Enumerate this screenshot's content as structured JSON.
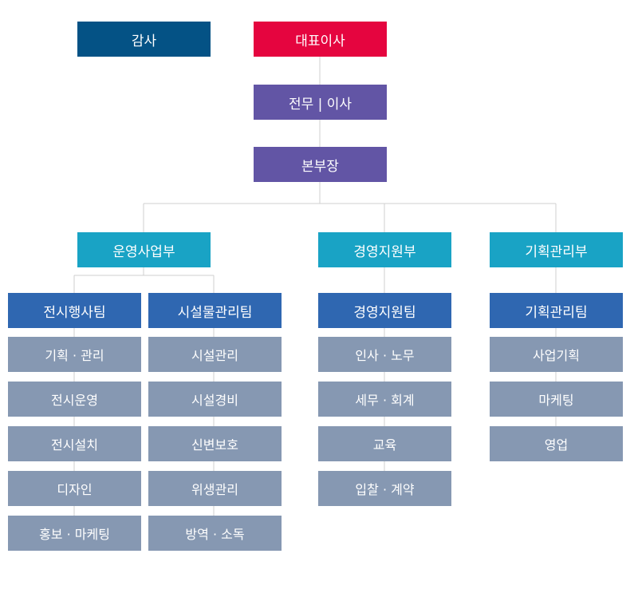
{
  "top": {
    "auditor": "감사",
    "ceo": "대표이사",
    "managing_director": "전무 | 이사",
    "general_manager": "본부장"
  },
  "divisions": [
    {
      "name": "운영사업부",
      "teams": [
        {
          "name": "전시행사팀",
          "units": [
            "기획 · 관리",
            "전시운영",
            "전시설치",
            "디자인",
            "홍보 · 마케팅"
          ]
        },
        {
          "name": "시설물관리팀",
          "units": [
            "시설관리",
            "시설경비",
            "신변보호",
            "위생관리",
            "방역 · 소독"
          ]
        }
      ]
    },
    {
      "name": "경영지원부",
      "teams": [
        {
          "name": "경영지원팀",
          "units": [
            "인사 · 노무",
            "세무 · 회계",
            "교육",
            "입찰 · 계약"
          ]
        }
      ]
    },
    {
      "name": "기획관리부",
      "teams": [
        {
          "name": "기획관리팀",
          "units": [
            "사업기획",
            "마케팅",
            "영업"
          ]
        }
      ]
    }
  ],
  "colors": {
    "auditor": "#045285",
    "ceo": "#e5053f",
    "executive": "#6255a5",
    "division": "#19a3c5",
    "team": "#2f67b1",
    "unit": "#8698b2",
    "line": "#cfcfcf"
  }
}
